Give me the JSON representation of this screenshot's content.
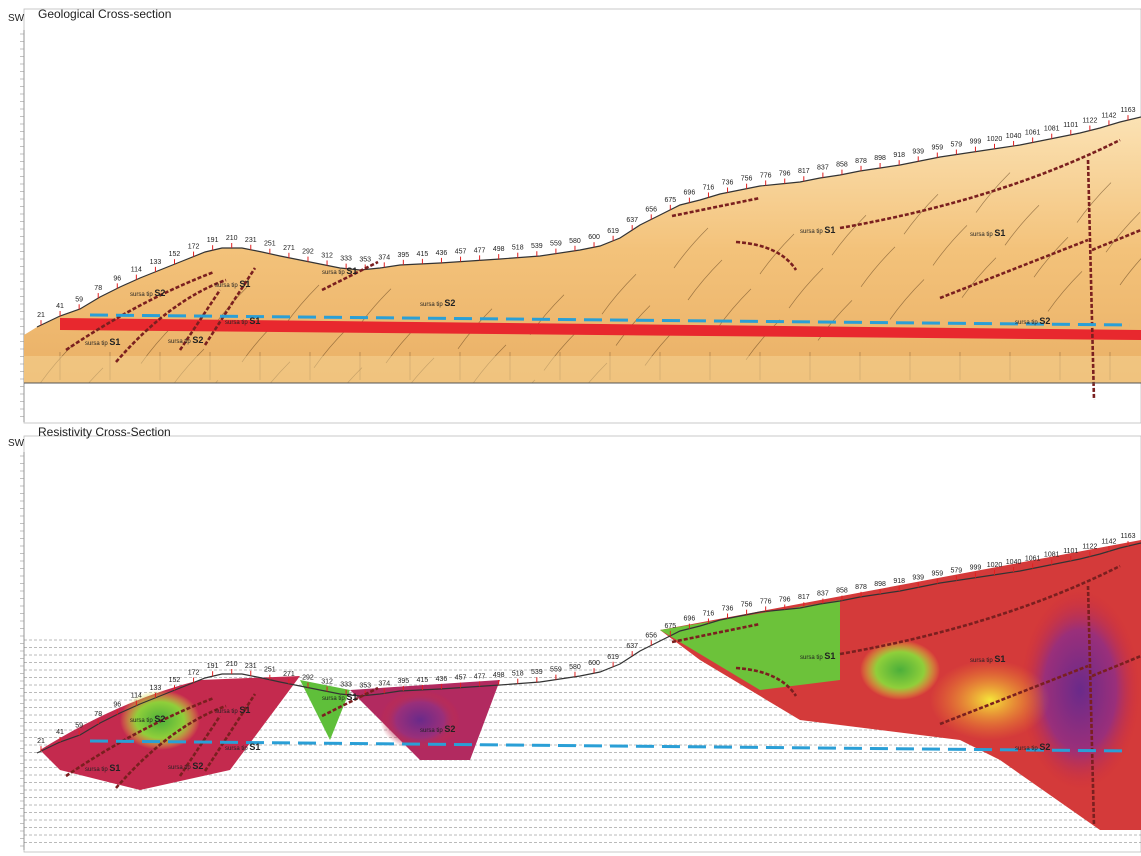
{
  "panels": [
    {
      "id": "geo",
      "title": "Geological Cross-section",
      "orientation": "SW"
    },
    {
      "id": "res",
      "title": "Resistivity Cross-Section",
      "orientation": "SW"
    }
  ],
  "stations": [
    "21",
    "41",
    "59",
    "78",
    "96",
    "114",
    "133",
    "152",
    "172",
    "191",
    "210",
    "231",
    "251",
    "271",
    "292",
    "312",
    "333",
    "353",
    "374",
    "395",
    "415",
    "436",
    "457",
    "477",
    "498",
    "518",
    "539",
    "559",
    "580",
    "600",
    "619",
    "637",
    "656",
    "675",
    "696",
    "716",
    "736",
    "756",
    "776",
    "796",
    "817",
    "837",
    "858",
    "878",
    "898",
    "918",
    "939",
    "959",
    "579",
    "999",
    "1020",
    "1040",
    "1061",
    "1081",
    "1101",
    "1122",
    "1142",
    "1163"
  ],
  "geo_labels": [
    {
      "prefix": "sursa tip",
      "code": "S2"
    },
    {
      "prefix": "sursa tip",
      "code": "S1"
    },
    {
      "prefix": "sursa tip",
      "code": "S1"
    },
    {
      "prefix": "sursa tip",
      "code": "S2"
    },
    {
      "prefix": "sursa tip",
      "code": "S1"
    },
    {
      "prefix": "sursa tip",
      "code": "S2"
    },
    {
      "prefix": "sursa tip",
      "code": "S1"
    },
    {
      "prefix": "sursa tip",
      "code": "S1"
    },
    {
      "prefix": "sursa tip",
      "code": "S1"
    },
    {
      "prefix": "sursa tip",
      "code": "S2"
    }
  ],
  "res_labels": [
    {
      "prefix": "sursa tip",
      "code": "S2"
    },
    {
      "prefix": "sursa tip",
      "code": "S1"
    },
    {
      "prefix": "sursa tip",
      "code": "S1"
    },
    {
      "prefix": "sursa tip",
      "code": "S2"
    },
    {
      "prefix": "sursa tip",
      "code": "S1"
    },
    {
      "prefix": "sursa tip",
      "code": "S2"
    },
    {
      "prefix": "sursa tip",
      "code": "S1"
    },
    {
      "prefix": "sursa tip",
      "code": "S1"
    },
    {
      "prefix": "sursa tip",
      "code": "S1"
    },
    {
      "prefix": "sursa tip",
      "code": "S2"
    }
  ],
  "colors": {
    "topography": "#333333",
    "station_tick": "#e02020",
    "fault_line": "#7a1f1f",
    "water_table": "#2a9fd6",
    "red_layer": "#e8282e",
    "rock_fill": "#f3c27a"
  }
}
